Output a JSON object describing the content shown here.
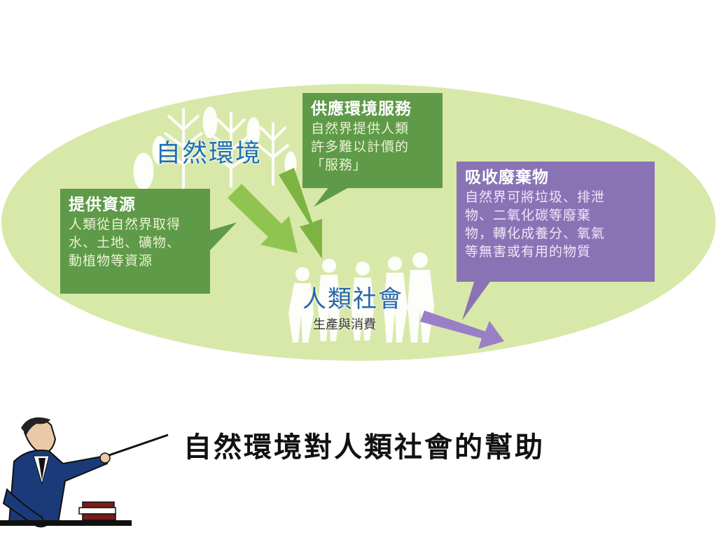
{
  "diagram": {
    "natural_environment": "自然環境",
    "human_society": "人類社會",
    "human_society_sub": "生產與消費",
    "boxes": {
      "provide": {
        "title": "提供資源",
        "lines": [
          "人類從自然界取得",
          "水、土地、礦物、",
          "動植物等資源"
        ]
      },
      "service": {
        "title": "供應環境服務",
        "lines": [
          "自然界提供人類",
          "許多難以計價的",
          "「服務」"
        ]
      },
      "absorb": {
        "title": "吸收廢棄物",
        "lines": [
          "自然界可將垃圾、排泄",
          "物、二氧化碳等廢棄",
          "物，轉化成養分、氧氣",
          "等無害或有用的物質"
        ]
      }
    },
    "colors": {
      "ellipse": "#d8e8a9",
      "green_box": "#5e9a48",
      "purple_box": "#8a73b5",
      "green_arrow": "#8fc451",
      "purple_arrow": "#9a7fc8",
      "title_blue": "#1e6fb3"
    }
  },
  "caption": "自然環境對人類社會的幫助",
  "icons": [
    "tree-icon",
    "people-silhouette-icon",
    "teacher-pointer-icon",
    "books-icon"
  ]
}
